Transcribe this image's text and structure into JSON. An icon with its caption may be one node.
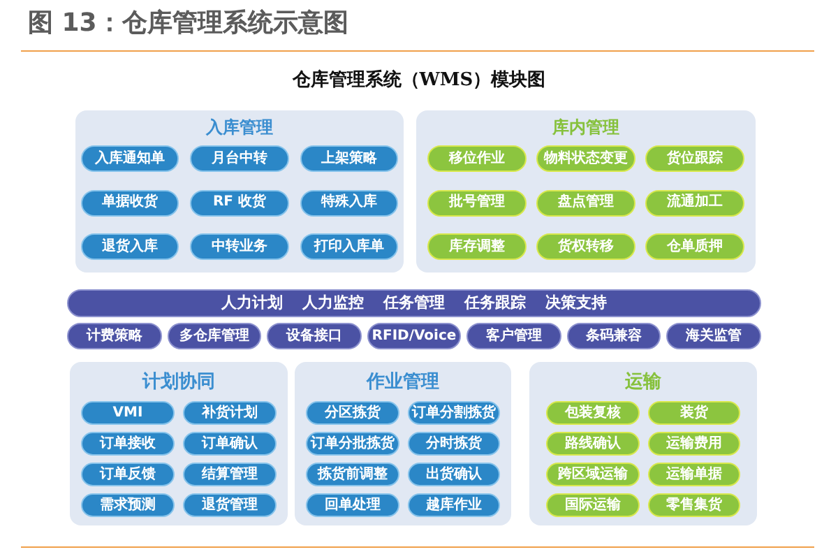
{
  "diagram": {
    "title": "仓库管理系统（WMS）模块图",
    "caption": "图 13：仓库管理系统示意图",
    "nodes": [
      {
        "text": [
          "入库管理"
        ]
      },
      {
        "text": [
          "入库通知单"
        ],
        "in": 0
      },
      {
        "text": [
          "月台中转"
        ],
        "in": 0
      },
      {
        "text": [
          "上架策略"
        ],
        "in": 0
      },
      {
        "text": [
          "单据收货"
        ],
        "in": 0
      },
      {
        "text": [
          "RF 收货"
        ],
        "in": 0
      },
      {
        "text": [
          "特殊入库"
        ],
        "in": 0
      },
      {
        "text": [
          "退货入库"
        ],
        "in": 0
      },
      {
        "text": [
          "中转业务"
        ],
        "in": 0
      },
      {
        "text": [
          "打印入库单"
        ],
        "in": 0
      },
      {
        "text": [
          "库内管理"
        ]
      },
      {
        "text": [
          "移位作业"
        ],
        "in": 10
      },
      {
        "text": [
          "物料状态变更"
        ],
        "in": 10
      },
      {
        "text": [
          "货位跟踪"
        ],
        "in": 10
      },
      {
        "text": [
          "批号管理"
        ],
        "in": 10
      },
      {
        "text": [
          "盘点管理"
        ],
        "in": 10
      },
      {
        "text": [
          "流通加工"
        ],
        "in": 10
      },
      {
        "text": [
          "库存调整"
        ],
        "in": 10
      },
      {
        "text": [
          "货权转移"
        ],
        "in": 10
      },
      {
        "text": [
          "仓单质押"
        ],
        "in": 10
      },
      {
        "text": [
          "人力计划",
          "人力监控",
          "任务管理",
          "任务跟踪",
          "决策支持"
        ]
      },
      {
        "text": [
          "计费策略"
        ]
      },
      {
        "text": [
          "多仓库管理"
        ]
      },
      {
        "text": [
          "设备接口"
        ]
      },
      {
        "text": [
          "RFID/Voice"
        ]
      },
      {
        "text": [
          "客户管理"
        ]
      },
      {
        "text": [
          "条码兼容"
        ]
      },
      {
        "text": [
          "海关监管"
        ]
      },
      {
        "text": [
          "计划协同"
        ]
      },
      {
        "text": [
          "VMI"
        ],
        "in": 28
      },
      {
        "text": [
          "补货计划"
        ],
        "in": 28
      },
      {
        "text": [
          "订单接收"
        ],
        "in": 28
      },
      {
        "text": [
          "订单确认"
        ],
        "in": 28
      },
      {
        "text": [
          "订单反馈"
        ],
        "in": 28
      },
      {
        "text": [
          "结算管理"
        ],
        "in": 28
      },
      {
        "text": [
          "需求预测"
        ],
        "in": 28
      },
      {
        "text": [
          "退货管理"
        ],
        "in": 28
      },
      {
        "text": [
          "作业管理"
        ]
      },
      {
        "text": [
          "分区拣货"
        ],
        "in": 37
      },
      {
        "text": [
          "订单分割拣货"
        ],
        "in": 37
      },
      {
        "text": [
          "订单分批拣货"
        ],
        "in": 37
      },
      {
        "text": [
          "分时拣货"
        ],
        "in": 37
      },
      {
        "text": [
          "拣货前调整"
        ],
        "in": 37
      },
      {
        "text": [
          "出货确认"
        ],
        "in": 37
      },
      {
        "text": [
          "回单处理"
        ],
        "in": 37
      },
      {
        "text": [
          "越库作业"
        ],
        "in": 37
      },
      {
        "text": [
          "运输"
        ]
      },
      {
        "text": [
          "包装复核"
        ],
        "in": 46
      },
      {
        "text": [
          "装货"
        ],
        "in": 46
      },
      {
        "text": [
          "路线确认"
        ],
        "in": 46
      },
      {
        "text": [
          "运输费用"
        ],
        "in": 46
      },
      {
        "text": [
          "跨区域运输"
        ],
        "in": 46
      },
      {
        "text": [
          "运输单据"
        ],
        "in": 46
      },
      {
        "text": [
          "国际运输"
        ],
        "in": 46
      },
      {
        "text": [
          "零售集货"
        ],
        "in": 46
      }
    ]
  }
}
